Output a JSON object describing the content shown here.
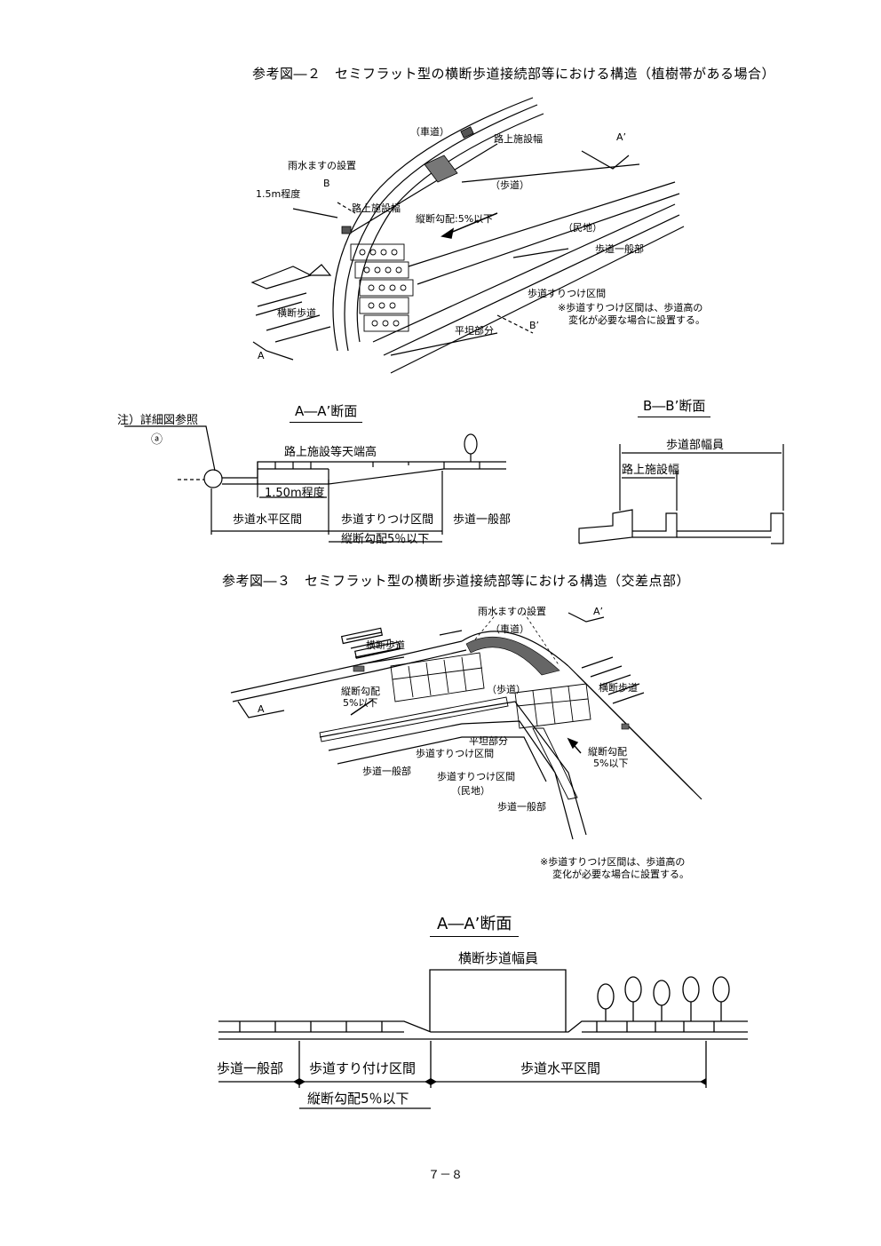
{
  "fig2": {
    "title": "参考図―２　セミフラット型の横断歩道接続部等における構造（植樹帯がある場合）",
    "plan": {
      "shado": "（車道）",
      "rojo_shisetsu_haba_1": "路上施設幅",
      "a_prime": "A’",
      "usui_masu": "雨水ますの設置",
      "b": "B",
      "m15": "1.5m程度",
      "rojo_shisetsu_haba_2": "路上施設幅",
      "hodo": "（歩道）",
      "judan_kobai": "縦断勾配:5%以下",
      "minchi": "（民地）",
      "hodo_ippan": "歩道一般部",
      "hodo_suritsuke": "歩道すりつけ区間",
      "note_line1": "※歩道すりつけ区間は、歩道高の",
      "note_line2": "変化が必要な場合に設置する。",
      "odan_hodo": "横断歩道",
      "b_prime": "B’",
      "heitan": "平坦部分",
      "a": "A"
    },
    "section_aa": {
      "title": "A―A’断面",
      "note": "注）詳細図参照",
      "circle_a": "ⓐ",
      "tenbata": "路上施設等天端高",
      "m150": "1.50m程度",
      "suihei": "歩道水平区間",
      "suritsuke": "歩道すりつけ区間",
      "ippan": "歩道一般部",
      "kobai": "縦断勾配5％以下"
    },
    "section_bb": {
      "title": "B―B’断面",
      "fukuin": "歩道部幅員",
      "rojo": "路上施設幅"
    }
  },
  "fig3": {
    "title": "参考図―３　セミフラット型の横断歩道接続部等における構造（交差点部）",
    "plan": {
      "usui_masu": "雨水ますの設置",
      "a_prime": "A’",
      "shado": "（車道）",
      "odan_hodo_left": "横断歩道",
      "odan_hodo_right": "横断歩道",
      "judan_left_1": "縦断勾配",
      "judan_left_2": "5%以下",
      "hodo": "（歩道）",
      "a": "A",
      "heitan": "平坦部分",
      "suritsuke_1": "歩道すりつけ区間",
      "judan_right_1": "縦断勾配",
      "judan_right_2": "5%以下",
      "ippan_left": "歩道一般部",
      "suritsuke_2": "歩道すりつけ区間",
      "minchi": "（民地）",
      "ippan_right": "歩道一般部",
      "note_line1": "※歩道すりつけ区間は、歩道高の",
      "note_line2": "変化が必要な場合に設置する。"
    },
    "section_aa": {
      "title": "A―A’断面",
      "odan_fukuin": "横断歩道幅員",
      "ippan": "歩道一般部",
      "suritsuke": "歩道すり付け区間",
      "suihei": "歩道水平区間",
      "kobai": "縦断勾配5％以下"
    }
  },
  "page_number": "７－８"
}
